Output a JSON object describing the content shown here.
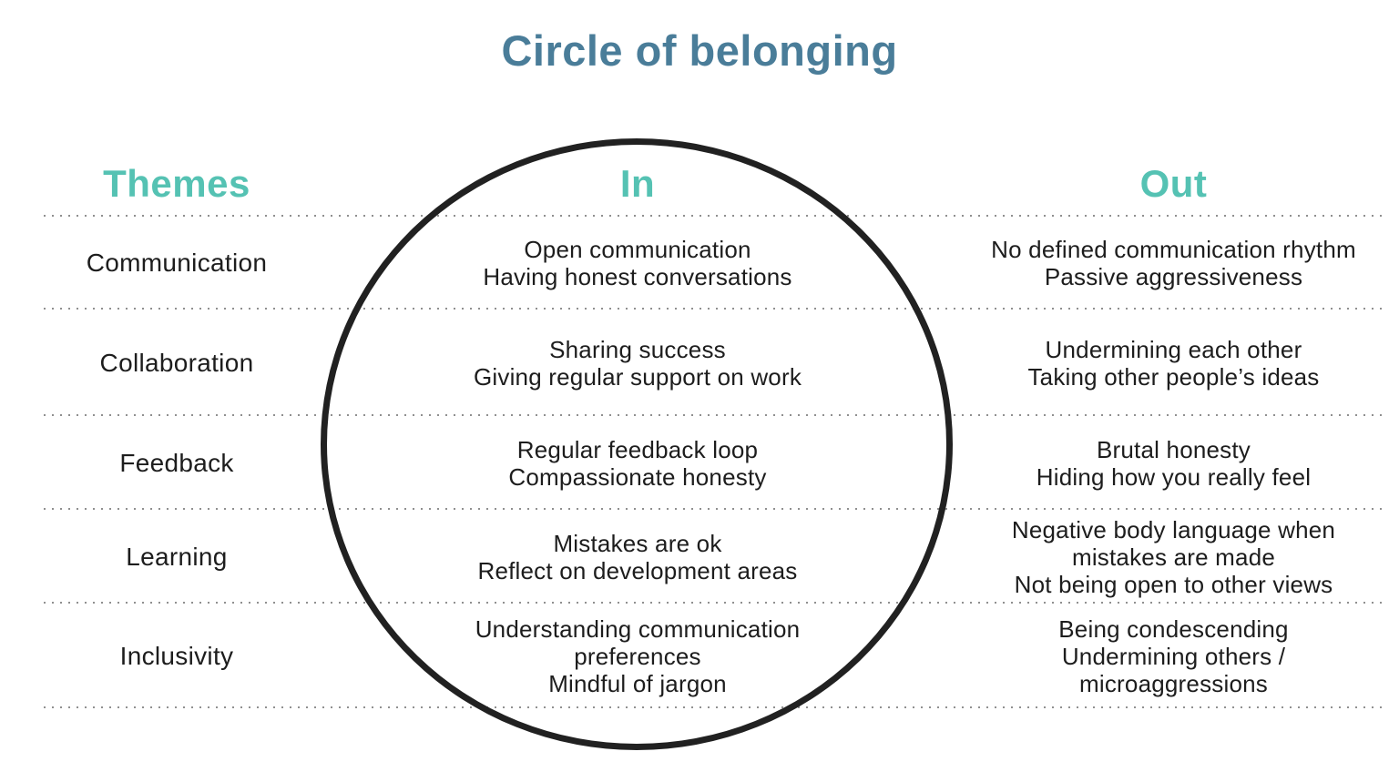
{
  "title": "Circle of belonging",
  "colors": {
    "title_text": "#4a7d99",
    "header_accent": "#55c2b3",
    "body_text": "#1d1d1d",
    "circle_stroke": "#212121",
    "dotted_line": "#8f8f8f",
    "background": "#ffffff"
  },
  "columns": {
    "themes": "Themes",
    "in": "In",
    "out": "Out"
  },
  "rows": [
    {
      "theme": "Communication",
      "in": [
        "Open communication",
        "Having honest conversations"
      ],
      "out": [
        "No defined communication rhythm",
        "Passive aggressiveness"
      ]
    },
    {
      "theme": "Collaboration",
      "in": [
        "Sharing success",
        "Giving regular support on work"
      ],
      "out": [
        "Undermining each other",
        "Taking other people’s ideas"
      ]
    },
    {
      "theme": "Feedback",
      "in": [
        "Regular feedback loop",
        "Compassionate honesty"
      ],
      "out": [
        "Brutal honesty",
        "Hiding how you really feel"
      ]
    },
    {
      "theme": "Learning",
      "in": [
        "Mistakes are ok",
        "Reflect on development areas"
      ],
      "out": [
        "Negative body language when mistakes are made",
        "Not being open to other views"
      ]
    },
    {
      "theme": "Inclusivity",
      "in": [
        "Understanding communication preferences",
        "Mindful of jargon"
      ],
      "out": [
        "Being condescending",
        "Undermining others / microaggressions"
      ]
    }
  ]
}
